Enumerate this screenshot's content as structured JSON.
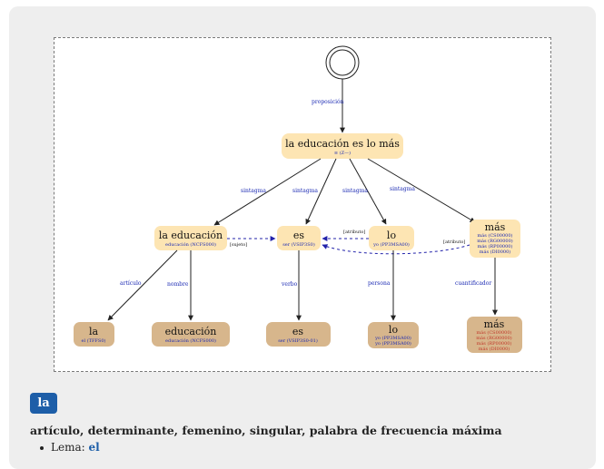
{
  "diagram": {
    "root": {
      "title": "la educación es lo más",
      "sub": "≡ (Z—)"
    },
    "root_edge": "proposición",
    "edges": {
      "sintagma1": "sintagma",
      "sintagma2": "sintagma",
      "sintagma3": "sintagma",
      "sintagma4": "sintagma",
      "articulo": "artículo",
      "nombre": "nombre",
      "verbo": "verbo",
      "persona": "persona",
      "cuantificador": "cuantificador"
    },
    "phrases": {
      "educacion": {
        "title": "la educación",
        "sub": "educación (NCFS000)"
      },
      "es": {
        "title": "es",
        "sub": "ser (VSIP3S0)"
      },
      "lo": {
        "title": "lo",
        "sub": "yo (PP3MSA00)"
      },
      "mas": {
        "title": "más",
        "subs": [
          "más (CS00000)",
          "más (RG00000)",
          "más (RP00000)",
          "más (DI0000)"
        ]
      }
    },
    "deps": {
      "sujeto": "[sujeto]",
      "atributo1": "[atributo]",
      "atributo2": "[atributo]"
    },
    "leaves": {
      "la": {
        "title": "la",
        "sub": "el (TFFS0)"
      },
      "educacion": {
        "title": "educación",
        "sub": "educación (NCFS000)"
      },
      "es": {
        "title": "es",
        "sub": "ser (VSIP3S0-01)"
      },
      "lo": {
        "title": "lo",
        "subs": [
          "yo (PP3MSA00)",
          "yo (PP3MSA00)"
        ]
      },
      "mas": {
        "title": "más",
        "subs": [
          "más (CS00000)",
          "más (RG00000)",
          "más (RP00000)",
          "más (DI0000)"
        ]
      }
    }
  },
  "word": {
    "badge": "la",
    "description": "artículo, determinante, femenino, singular, palabra de frecuencia máxima",
    "lema_label": "Lema:",
    "lema_value": "el"
  }
}
